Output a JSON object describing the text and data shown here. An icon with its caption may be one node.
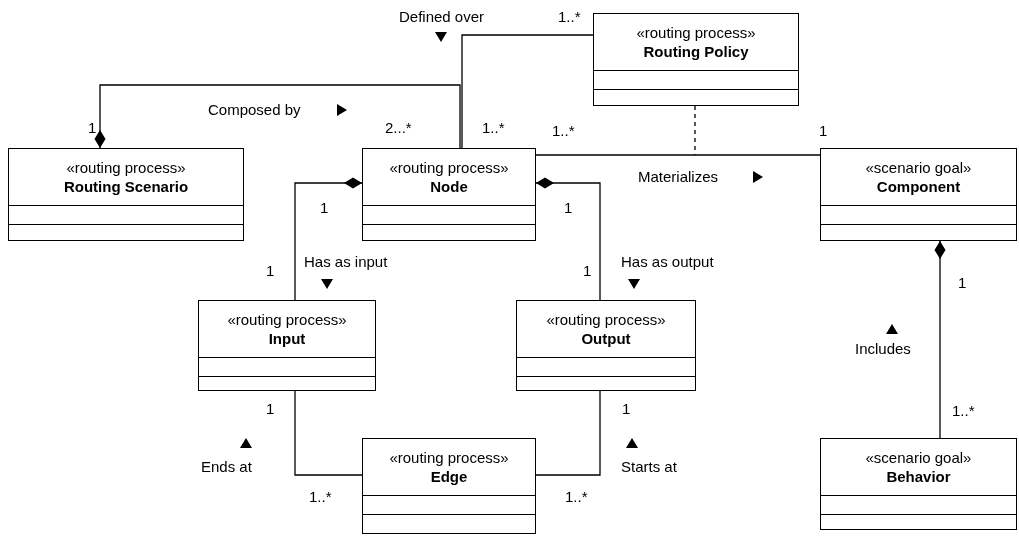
{
  "diagram": {
    "nodes": [
      {
        "text": [
          "«routing process»",
          "Routing Policy"
        ]
      },
      {
        "text": [
          "«routing process»",
          "Routing Scenario"
        ]
      },
      {
        "text": [
          "«routing process»",
          "Node"
        ]
      },
      {
        "text": [
          "«scenario goal»",
          "Component"
        ]
      },
      {
        "text": [
          "«routing process»",
          "Input"
        ]
      },
      {
        "text": [
          "«routing process»",
          "Output"
        ]
      },
      {
        "text": [
          "«routing process»",
          "Edge"
        ]
      },
      {
        "text": [
          "«scenario goal»",
          "Behavior"
        ]
      }
    ],
    "edges": [
      {
        "from": 2,
        "to": 1,
        "arrow": "other",
        "label": "Composed by"
      },
      {
        "from": 2,
        "to": 0,
        "arrow": "none",
        "label": "Defined over"
      },
      {
        "from": 2,
        "to": 3,
        "arrow": "none",
        "label": "Materializes"
      },
      {
        "from": 0,
        "to": null,
        "arrow": "none",
        "style": "dashed"
      },
      {
        "from": 4,
        "to": 2,
        "arrow": "other",
        "label": "Has as input"
      },
      {
        "from": 5,
        "to": 2,
        "arrow": "other",
        "label": "Has as output"
      },
      {
        "from": 4,
        "to": 6,
        "arrow": "none",
        "label": "Ends at"
      },
      {
        "from": 5,
        "to": 6,
        "arrow": "none",
        "label": "Starts at"
      },
      {
        "from": 7,
        "to": 3,
        "arrow": "other",
        "label": "Includes"
      }
    ],
    "labels": [
      "1..*",
      "1",
      "2...*",
      "1..*",
      "1..*",
      "1",
      "1",
      "1",
      "1",
      "1",
      "1",
      "1",
      "1",
      "1..*",
      "1..*",
      "1..*"
    ]
  }
}
